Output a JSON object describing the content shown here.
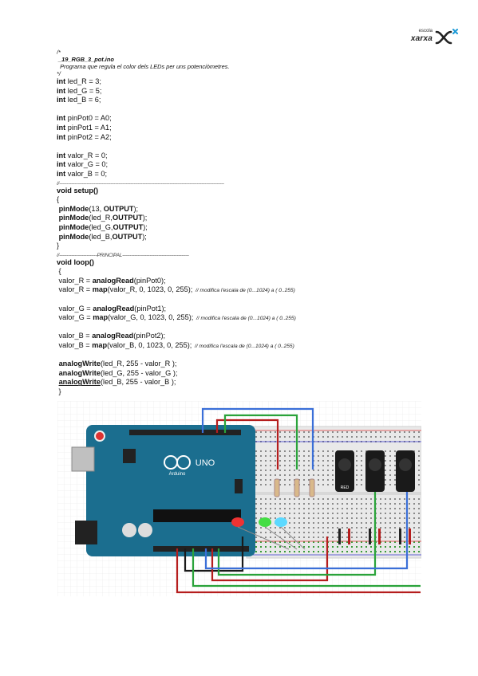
{
  "logo": {
    "top": "escola",
    "bottom": "xarxa",
    "icon": "x-cross-icon"
  },
  "code": {
    "c1": "/*",
    "c2": " _19_RGB_3_pot.ino",
    "c3": "  Programa que regula el color dels LEDs per uns potenciòmetres.",
    "c4": "*/",
    "l_ledr": " led_R = 3;",
    "l_ledg": " led_G = 5;",
    "l_ledb": " led_B = 6;",
    "l_pin0": " pinPot0 = A0;",
    "l_pin1": " pinPot1 = A1;",
    "l_pin2": " pinPot2 = A2;",
    "l_valr": " valor_R = 0;",
    "l_valg": " valor_G = 0;",
    "l_valb": " valor_B = 0;",
    "kw_int": "int",
    "sep1": "//-------------------------------------------------------------------------------------------------------------",
    "setup": "void setup()",
    "brace_open": "{",
    "brace_close": "}",
    "brace_open_ind": " {",
    "brace_close_ind": " }",
    "pinmode": "pinMode",
    "pm1_args": "(13, ",
    "pm_output": "OUTPUT",
    "pm_end": ");",
    "pm2_args": "(led_R,",
    "pm3_args": "(led_G,",
    "pm4_args": "(led_B,",
    "sep2": "//-------------------------PRINCIPAL--------------------------------------------",
    "loop": "void loop()",
    "vr_pre": " valor_R = ",
    "vg_pre": " valor_G = ",
    "vb_pre": " valor_B = ",
    "analogread": "analogRead",
    "ar0": "(pinPot0);",
    "ar1": "(pinPot1);",
    "ar2": "(pinPot2);",
    "map": "map",
    "mapr": "(valor_R, 0, 1023, 0, 255);",
    "mapg": "(valor_G, 0, 1023, 0, 255);",
    "mapb": "(valor_B, 0, 1023, 0, 255);",
    "map_comment": "  // modifica l'escala de (0...1024) a ( 0..255)",
    "analogwrite": "analogWrite",
    "aw1": "(led_R, 255 - valor_R );",
    "aw2": "(led_G, 255 - valor_G );",
    "aw3": "(led_B, 255 - valor_B );"
  },
  "diagram": {
    "board_logo": "UNO",
    "board_brand": "Arduino",
    "pot_label": "RED",
    "wire_colors": {
      "blue": "#3a6fd8",
      "red": "#b51d1d",
      "green": "#2aa33a",
      "black": "#1a1a1a"
    },
    "board_color": "#1b6e8f"
  }
}
